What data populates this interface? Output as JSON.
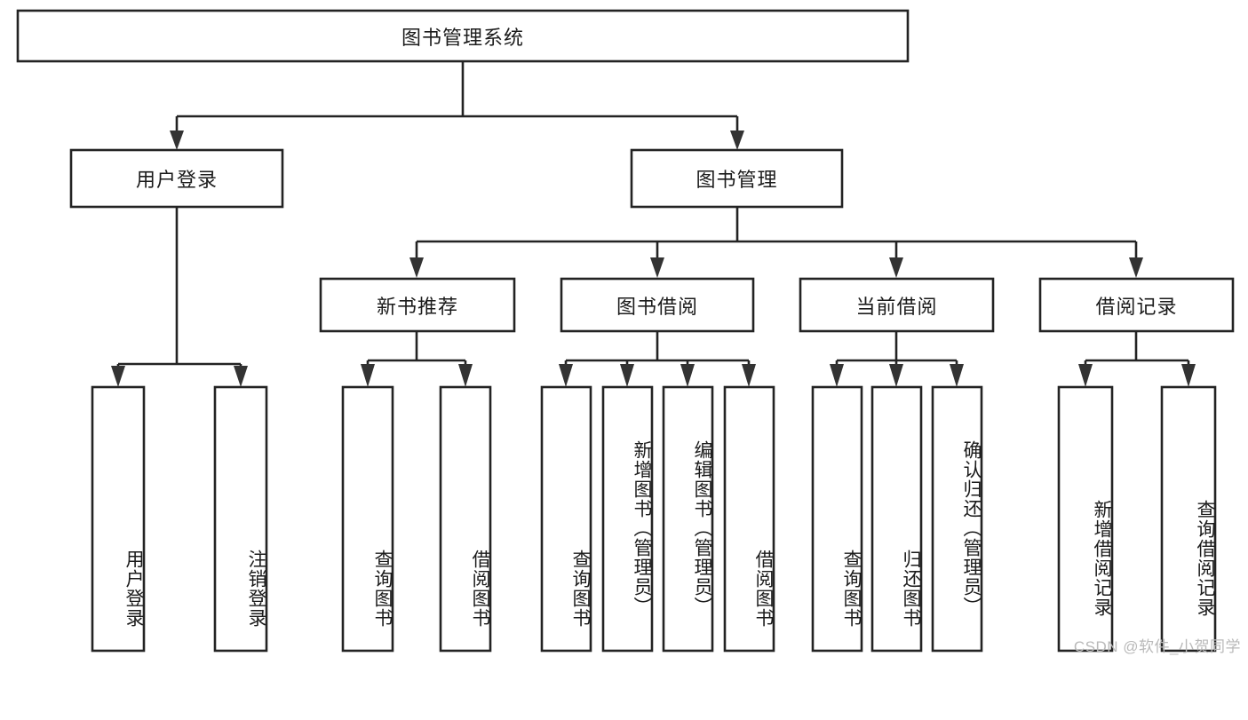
{
  "diagram": {
    "type": "tree-hierarchy-chart",
    "title": "图书管理系统",
    "colors": {
      "box_stroke": "#232323",
      "box_fill": "#ffffff",
      "connector": "#232323",
      "text": "#1b1b1b",
      "background": "#ffffff",
      "watermark": "#b9b9b9"
    },
    "levels": {
      "level0": "系统",
      "level1": "模块",
      "level2": "子模块",
      "level3": "功能"
    },
    "root": {
      "label": "图书管理系统",
      "orientation": "horizontal"
    },
    "level1_nodes": [
      {
        "id": "user-login",
        "label": "用户登录",
        "orientation": "horizontal"
      },
      {
        "id": "book-management",
        "label": "图书管理",
        "orientation": "horizontal"
      }
    ],
    "level2_nodes": [
      {
        "id": "new-book-recommend",
        "label": "新书推荐",
        "orientation": "horizontal",
        "parent": "book-management"
      },
      {
        "id": "book-borrow",
        "label": "图书借阅",
        "orientation": "horizontal",
        "parent": "book-management"
      },
      {
        "id": "current-borrow",
        "label": "当前借阅",
        "orientation": "horizontal",
        "parent": "book-management"
      },
      {
        "id": "borrow-record",
        "label": "借阅记录",
        "orientation": "horizontal",
        "parent": "book-management"
      }
    ],
    "leaf_nodes": [
      {
        "id": "leaf-user-login",
        "label": "用户登录",
        "orientation": "vertical",
        "parent": "user-login"
      },
      {
        "id": "leaf-user-logout",
        "label": "注销登录",
        "orientation": "vertical",
        "parent": "user-login"
      },
      {
        "id": "leaf-query-book-1",
        "label": "查询图书",
        "orientation": "vertical",
        "parent": "new-book-recommend"
      },
      {
        "id": "leaf-borrow-book-1",
        "label": "借阅图书",
        "orientation": "vertical",
        "parent": "new-book-recommend"
      },
      {
        "id": "leaf-query-book-2",
        "label": "查询图书",
        "orientation": "vertical",
        "parent": "book-borrow"
      },
      {
        "id": "leaf-add-book",
        "label": "新增图书（管理员）",
        "orientation": "vertical",
        "parent": "book-borrow"
      },
      {
        "id": "leaf-edit-book",
        "label": "编辑图书（管理员）",
        "orientation": "vertical",
        "parent": "book-borrow"
      },
      {
        "id": "leaf-borrow-book-2",
        "label": "借阅图书",
        "orientation": "vertical",
        "parent": "book-borrow"
      },
      {
        "id": "leaf-query-book-3",
        "label": "查询图书",
        "orientation": "vertical",
        "parent": "current-borrow"
      },
      {
        "id": "leaf-return-book",
        "label": "归还图书",
        "orientation": "vertical",
        "parent": "current-borrow"
      },
      {
        "id": "leaf-confirm-return",
        "label": "确认归还（管理员）",
        "orientation": "vertical",
        "parent": "current-borrow"
      },
      {
        "id": "leaf-add-record",
        "label": "新增借阅记录",
        "orientation": "vertical",
        "parent": "borrow-record"
      },
      {
        "id": "leaf-query-record",
        "label": "查询借阅记录",
        "orientation": "vertical",
        "parent": "borrow-record"
      }
    ]
  },
  "watermark": {
    "text": "CSDN @软件_小贺同学"
  }
}
